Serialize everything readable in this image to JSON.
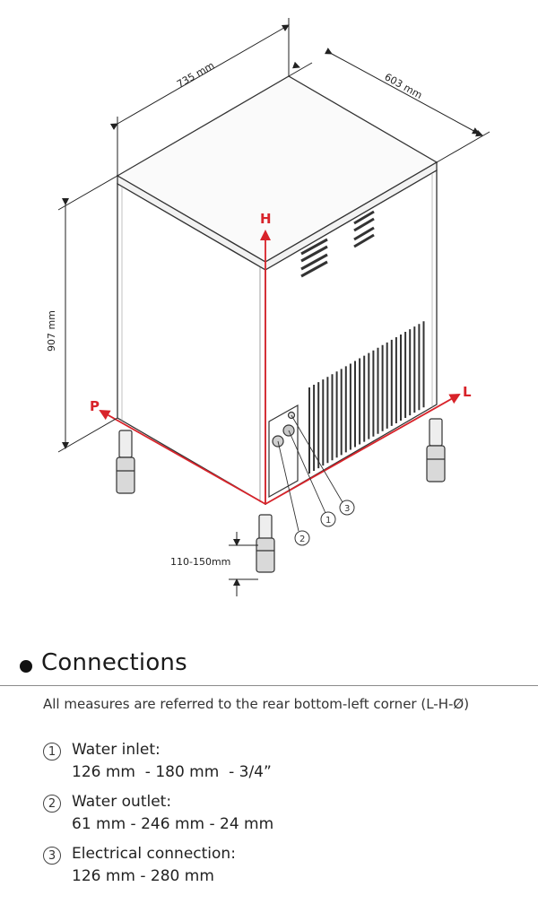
{
  "dimensions": {
    "width": "735 mm",
    "depth": "603 mm",
    "height": "907 mm",
    "feet": "110-150mm"
  },
  "axes": {
    "h": "H",
    "l": "L",
    "p": "P"
  },
  "callouts": [
    "1",
    "2",
    "3"
  ],
  "section": {
    "title": "Connections",
    "note": "All measures are referred to the rear bottom-left corner (L-H-Ø)"
  },
  "connections": [
    {
      "num": "1",
      "title": "Water inlet:",
      "values": "126 mm  - 180 mm  - 3/4”"
    },
    {
      "num": "2",
      "title": "Water outlet:",
      "values": "61 mm - 246 mm - 24 mm"
    },
    {
      "num": "3",
      "title": "Electrical connection:",
      "values": "126 mm - 280 mm"
    }
  ],
  "colors": {
    "axis_red": "#d8232a",
    "line": "#333333"
  }
}
